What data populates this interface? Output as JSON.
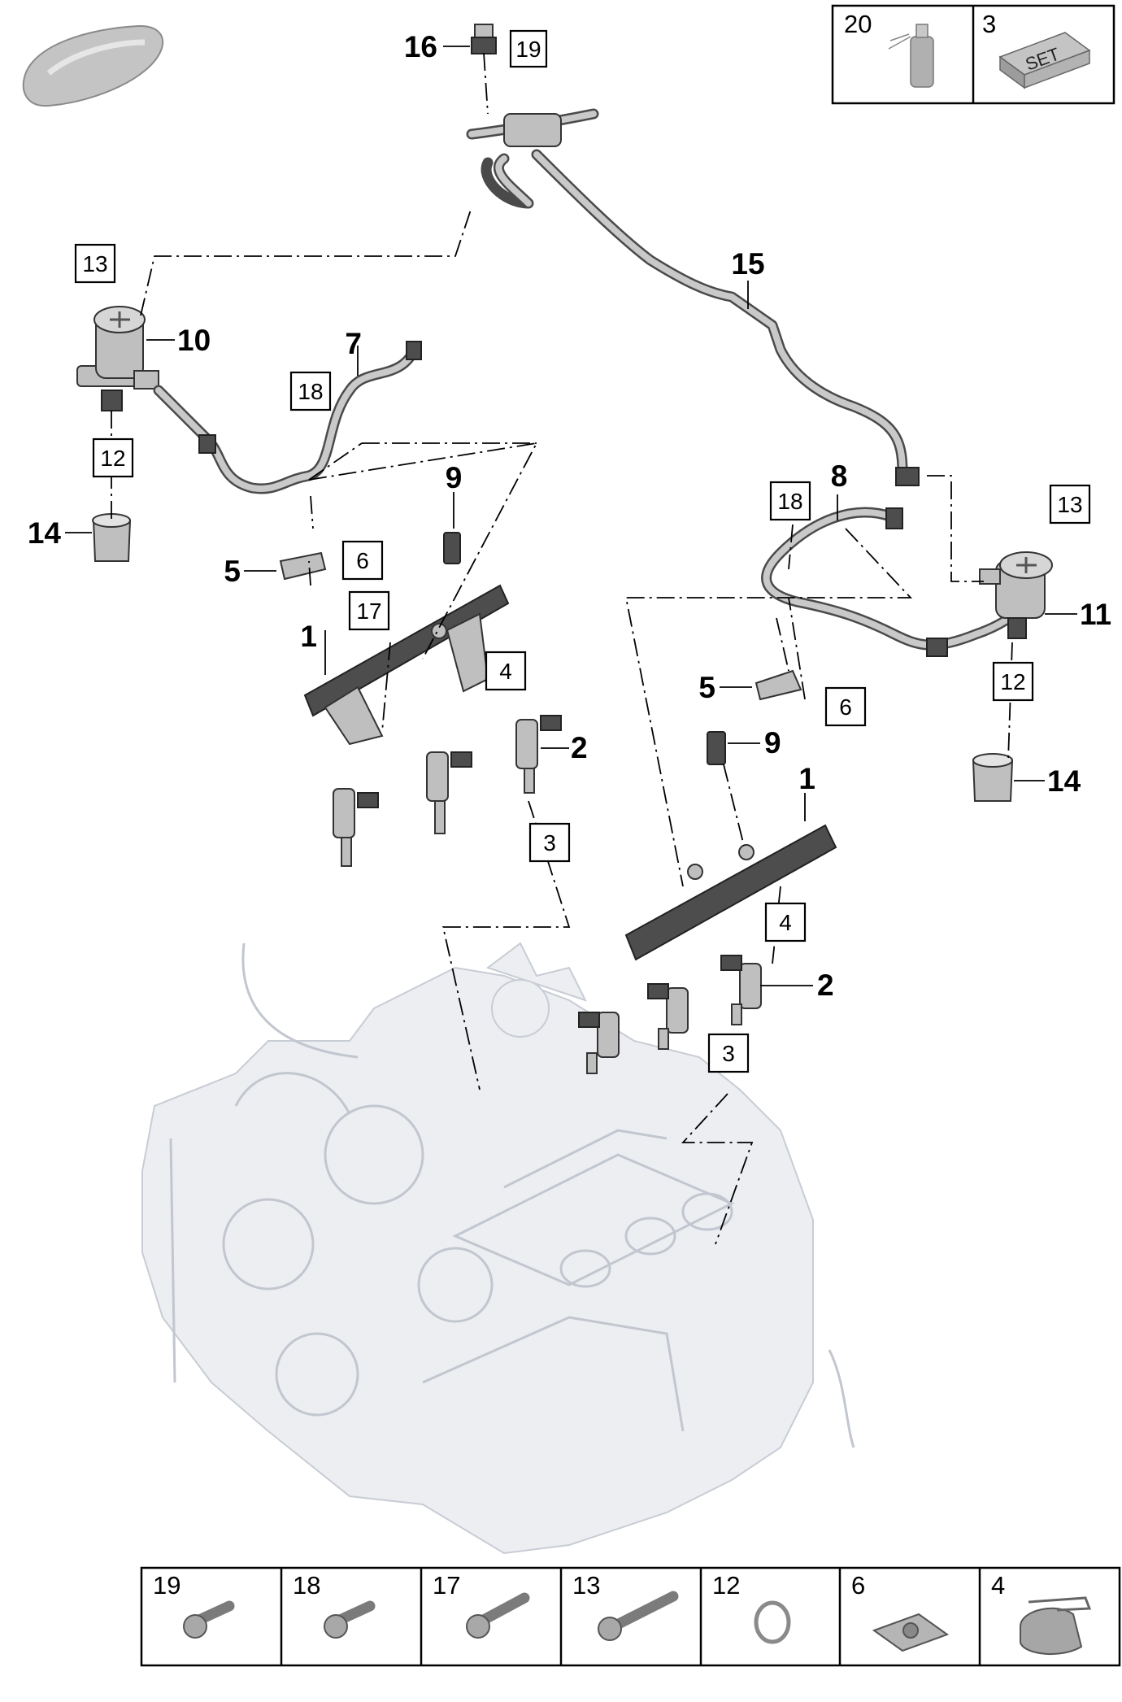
{
  "callouts": {
    "rail_left": "1",
    "rail_right": "1",
    "injector_left": "2",
    "injector_right": "2",
    "set_left": "3",
    "set_right": "3",
    "clip_left": "4",
    "clip_right": "4",
    "bracket_left": "5",
    "bracket_right": "5",
    "nut_left": "6",
    "nut_right": "6",
    "line_left": "7",
    "line_right": "8",
    "sensor_left": "9",
    "sensor_right": "9",
    "pump_left": "10",
    "pump_right": "11",
    "ring_left": "12",
    "ring_right": "12",
    "screw_pump_left": "13",
    "screw_pump_right": "13",
    "tappet_left": "14",
    "tappet_right": "14",
    "feed_line": "15",
    "valve": "16",
    "screw_rail": "17",
    "screw_bracket_left": "18",
    "screw_bracket_right": "18",
    "screw_valve": "19"
  },
  "top_legend": [
    {
      "num": "20",
      "icon": "spray-can-icon"
    },
    {
      "num": "3",
      "icon": "set-box-icon",
      "label": "SET"
    }
  ],
  "bottom_legend": [
    {
      "num": "19",
      "icon": "short-screw-icon"
    },
    {
      "num": "18",
      "icon": "short-screw-icon"
    },
    {
      "num": "17",
      "icon": "medium-screw-icon"
    },
    {
      "num": "13",
      "icon": "long-screw-icon"
    },
    {
      "num": "12",
      "icon": "sealing-ring-icon"
    },
    {
      "num": "6",
      "icon": "clip-nut-icon"
    },
    {
      "num": "4",
      "icon": "retaining-clip-icon"
    }
  ],
  "colors": {
    "line": "#000000",
    "part": "#bfbfbf",
    "engine": "#eceef2"
  }
}
